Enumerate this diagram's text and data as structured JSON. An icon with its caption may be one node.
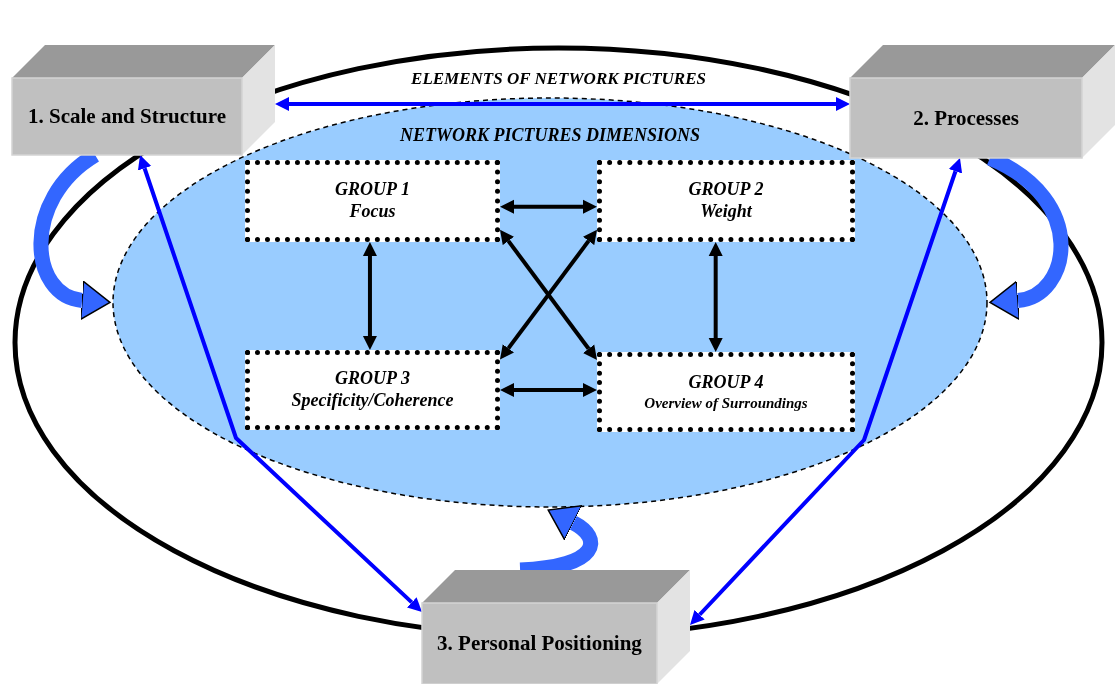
{
  "diagram": {
    "nodes": [
      {
        "text": [
          "ELEMENTS OF NETWORK PICTURES"
        ]
      },
      {
        "text": [
          "NETWORK PICTURES DIMENSIONS"
        ],
        "in": 0
      },
      {
        "text": [
          "GROUP 1",
          "Focus"
        ],
        "in": 1
      },
      {
        "text": [
          "GROUP 2",
          "Weight"
        ],
        "in": 1
      },
      {
        "text": [
          "GROUP 3",
          "Specificity/Coherence"
        ],
        "in": 1
      },
      {
        "text": [
          "GROUP 4",
          "Overview of Surroundings"
        ],
        "in": 1
      },
      {
        "text": [
          "1. Scale and Structure"
        ]
      },
      {
        "text": [
          "2. Processes"
        ]
      },
      {
        "text": [
          "3. Personal Positioning"
        ]
      }
    ],
    "edges": [
      {
        "from": 6,
        "to": 7,
        "arrow": "both",
        "color": "#0000ff"
      },
      {
        "from": 6,
        "to": 8,
        "arrow": "both",
        "color": "#0000ff"
      },
      {
        "from": 7,
        "to": 8,
        "arrow": "both",
        "color": "#0000ff"
      },
      {
        "from": 2,
        "to": 3,
        "arrow": "both"
      },
      {
        "from": 2,
        "to": 4,
        "arrow": "both"
      },
      {
        "from": 3,
        "to": 5,
        "arrow": "both"
      },
      {
        "from": 4,
        "to": 5,
        "arrow": "both"
      },
      {
        "from": 2,
        "to": 5,
        "arrow": "both"
      },
      {
        "from": 3,
        "to": 4,
        "arrow": "both"
      },
      {
        "from": 6,
        "to": 1,
        "arrow": "to",
        "style": "thick",
        "color": "#3366ff"
      },
      {
        "from": 7,
        "to": 1,
        "arrow": "to",
        "style": "thick",
        "color": "#3366ff"
      },
      {
        "from": 8,
        "to": 1,
        "arrow": "to",
        "style": "thick",
        "color": "#3366ff"
      }
    ]
  }
}
